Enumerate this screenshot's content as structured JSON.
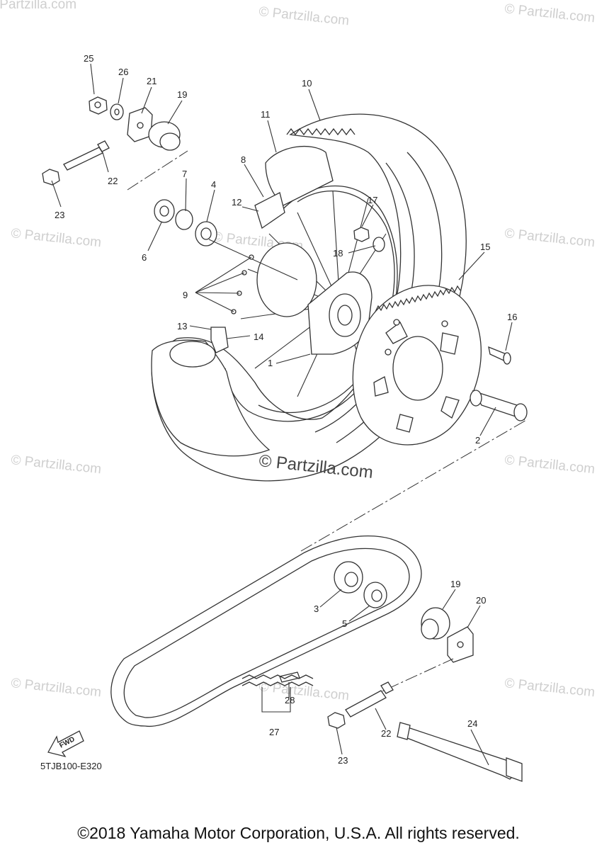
{
  "watermarks": [
    "© Partzilla.com",
    "© Partzilla.com",
    "© Partzilla.com",
    "© Partzilla.com",
    "© Partzilla.com",
    "© Partzilla.com",
    "© Partzilla.com",
    "© Partzilla.com",
    "© Partzilla.com",
    "© Partzilla.com",
    "© Partzilla.com"
  ],
  "center_watermark": "© Partzilla.com",
  "part_labels": [
    "25",
    "26",
    "21",
    "19",
    "22",
    "23",
    "10",
    "11",
    "8",
    "7",
    "4",
    "12",
    "17",
    "6",
    "18",
    "9",
    "15",
    "16",
    "13",
    "14",
    "1",
    "2",
    "3",
    "5",
    "19",
    "20",
    "28",
    "27",
    "24",
    "22",
    "23"
  ],
  "fwd_label": "FWD",
  "diagram_code": "5TJB100-E320",
  "copyright": "©2018 Yamaha Motor Corporation, U.S.A. All rights reserved."
}
